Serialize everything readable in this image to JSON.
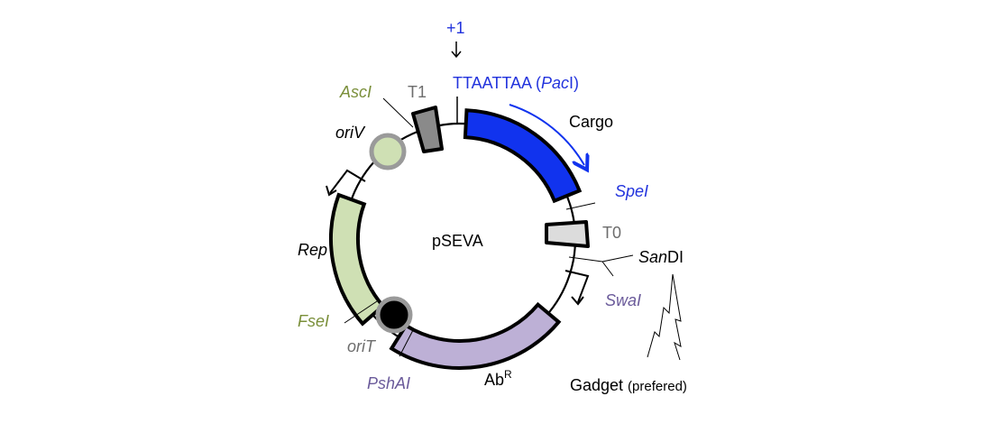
{
  "title": "pSEVA",
  "colors": {
    "cargo": "#1133ee",
    "blue_text": "#2233dd",
    "rep": "#cfe0b4",
    "oriV": "#cfe0b4",
    "oriT": "#000000",
    "abr": "#bdb0d6",
    "t1": "#8a8a8a",
    "t0": "#dcdcdc",
    "green_text": "#7a8f3a",
    "purple_text": "#6a5a9a",
    "gray_text": "#6d6d6d",
    "ring": "#9a9a9a"
  },
  "labels": {
    "plus_one": "+1",
    "pacI_seq": "TTAATTAA (",
    "pacI_enz_italic": "Pac",
    "pacI_enz_suffix": "I)",
    "t1": "T1",
    "ascI": "AscI",
    "oriV": "oriV",
    "cargo": "Cargo",
    "speI": "SpeI",
    "t0": "T0",
    "sanDI_italic": "San",
    "sanDI_suffix": "DI",
    "swaI": "SwaI",
    "rep": "Rep",
    "fseI": "FseI",
    "oriT": "oriT",
    "pshAI": "PshAI",
    "abr_main": "Ab",
    "abr_sup": "R",
    "gadget": "Gadget",
    "gadget_note": "(prefered)"
  }
}
